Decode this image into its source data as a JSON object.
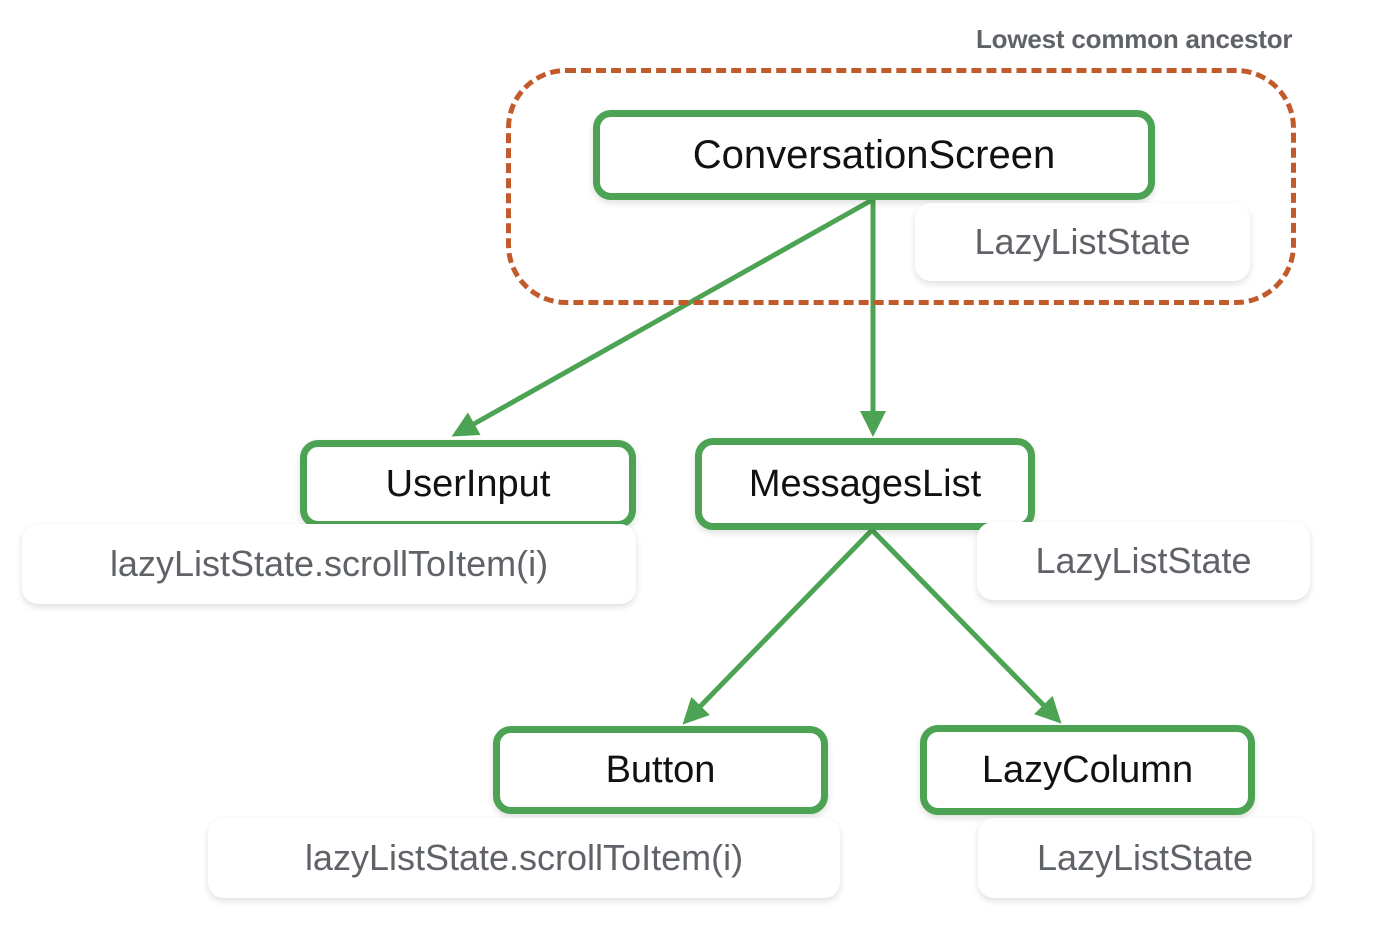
{
  "diagram": {
    "title_label": "Lowest common ancestor",
    "accent_colors": {
      "node_border_green": "#4CA353",
      "badge_border_yellow": "#F8C543",
      "dashed_outline_orange": "#C35A2B",
      "node_text": "#111111",
      "badge_text": "#5F6368",
      "label_text": "#5F6368",
      "background": "#FFFFFF"
    },
    "nodes": [
      {
        "id": "conversation-screen",
        "label": "ConversationScreen"
      },
      {
        "id": "user-input",
        "label": "UserInput"
      },
      {
        "id": "messages-list",
        "label": "MessagesList"
      },
      {
        "id": "button",
        "label": "Button"
      },
      {
        "id": "lazy-column",
        "label": "LazyColumn"
      }
    ],
    "badges": [
      {
        "id": "badge-conversation-screen",
        "label": "LazyListState"
      },
      {
        "id": "badge-user-input",
        "label": "lazyListState.scrollToItem(i)"
      },
      {
        "id": "badge-messages-list",
        "label": "LazyListState"
      },
      {
        "id": "badge-button",
        "label": "lazyListState.scrollToItem(i)"
      },
      {
        "id": "badge-lazy-column",
        "label": "LazyListState"
      }
    ],
    "edges": [
      {
        "from": "conversation-screen",
        "to": "user-input"
      },
      {
        "from": "conversation-screen",
        "to": "messages-list"
      },
      {
        "from": "messages-list",
        "to": "button"
      },
      {
        "from": "messages-list",
        "to": "lazy-column"
      }
    ]
  }
}
